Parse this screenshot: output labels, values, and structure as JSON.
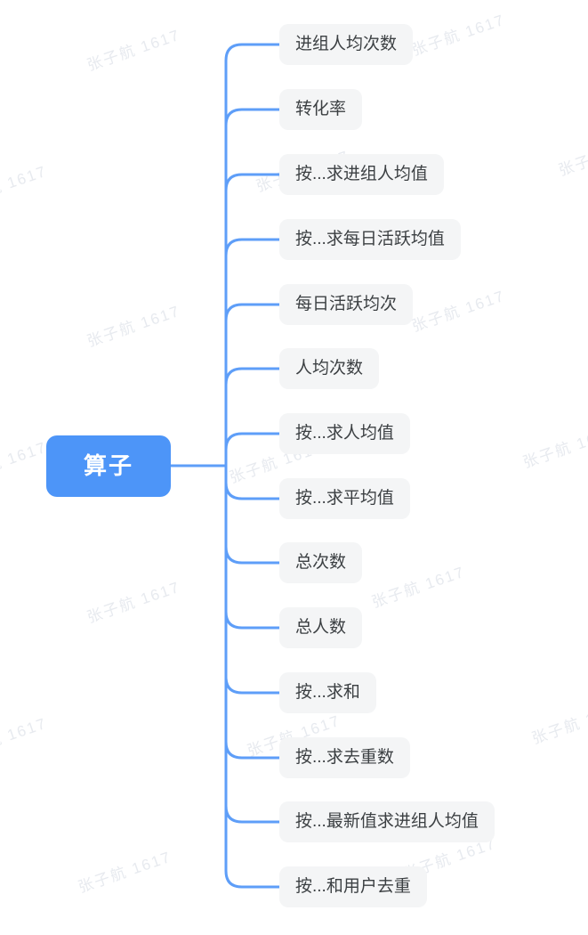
{
  "root": {
    "label": "算子"
  },
  "nodes": [
    {
      "label": "进组人均次数"
    },
    {
      "label": "转化率"
    },
    {
      "label": "按...求进组人均值"
    },
    {
      "label": "按...求每日活跃均值"
    },
    {
      "label": "每日活跃均次"
    },
    {
      "label": "人均次数"
    },
    {
      "label": "按...求人均值"
    },
    {
      "label": "按...求平均值"
    },
    {
      "label": "总次数"
    },
    {
      "label": "总人数"
    },
    {
      "label": "按...求和"
    },
    {
      "label": "按...求去重数"
    },
    {
      "label": "按...最新值求进组人均值"
    },
    {
      "label": "按...和用户去重"
    }
  ],
  "watermark": {
    "text": "张子航 1617"
  },
  "colors": {
    "root_bg": "#4d95f8",
    "root_text": "#ffffff",
    "line": "#5e9ef8",
    "node_bg": "#f4f5f6",
    "node_text": "#3c4043",
    "watermark": "#e7eaef",
    "canvas": "#ffffff"
  }
}
